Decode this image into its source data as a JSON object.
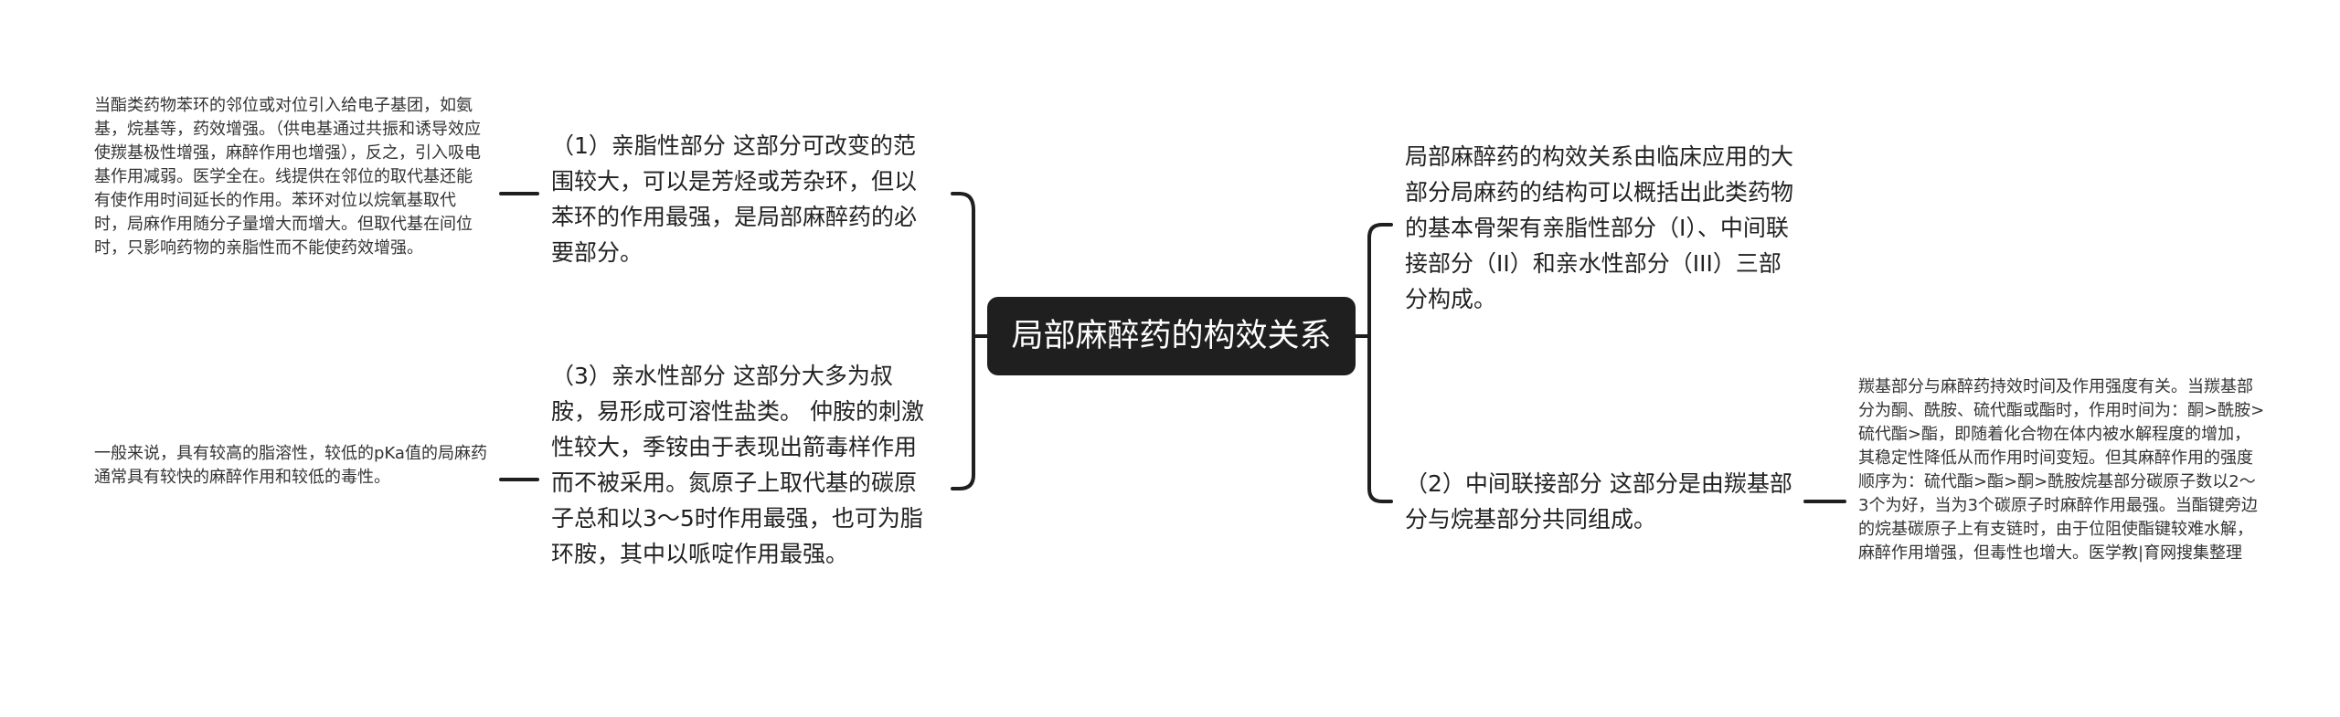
{
  "root": {
    "label": "局部麻醉药的构效关系"
  },
  "left": {
    "lipophilic": {
      "text": "（1）亲脂性部分 这部分可改变的范围较大，可以是芳烃或芳杂环，但以苯环的作用最强，是局部麻醉药的必要部分。",
      "note": "当酯类药物苯环的邻位或对位引入给电子基团，如氨基，烷基等，药效增强。（供电基通过共振和诱导效应使羰基极性增强，麻醉作用也增强），反之，引入吸电基作用减弱。医学全在。线提供在邻位的取代基还能有使作用时间延长的作用。苯环对位以烷氧基取代时，局麻作用随分子量增大而增大。但取代基在间位时，只影响药物的亲脂性而不能使药效增强。"
    },
    "hydrophilic": {
      "text": "（3）亲水性部分 这部分大多为叔胺，易形成可溶性盐类。 仲胺的刺激性较大，季铵由于表现出箭毒样作用而不被采用。氮原子上取代基的碳原子总和以3～5时作用最强，也可为脂环胺，其中以哌啶作用最强。",
      "note": "一般来说，具有较高的脂溶性，较低的pKa值的局麻药通常具有较快的麻醉作用和较低的毒性。"
    }
  },
  "right": {
    "overview": {
      "text": "局部麻醉药的构效关系由临床应用的大部分局麻药的结构可以概括出此类药物的基本骨架有亲脂性部分（I）、中间联接部分（II）和亲水性部分（III）三部分构成。"
    },
    "linker": {
      "text": "（2）中间联接部分 这部分是由羰基部分与烷基部分共同组成。",
      "note": "羰基部分与麻醉药持效时间及作用强度有关。当羰基部分为酮、酰胺、硫代酯或酯时，作用时间为：酮>酰胺>硫代酯>酯，即随着化合物在体内被水解程度的增加，其稳定性降低从而作用时间变短。但其麻醉作用的强度顺序为：硫代酯>酯>酮>酰胺烷基部分碳原子数以2～3个为好，当为3个碳原子时麻醉作用最强。当酯键旁边的烷基碳原子上有支链时，由于位阻使酯键较难水解，麻醉作用增强，但毒性也增大。医学教|育网搜集整理"
    }
  }
}
